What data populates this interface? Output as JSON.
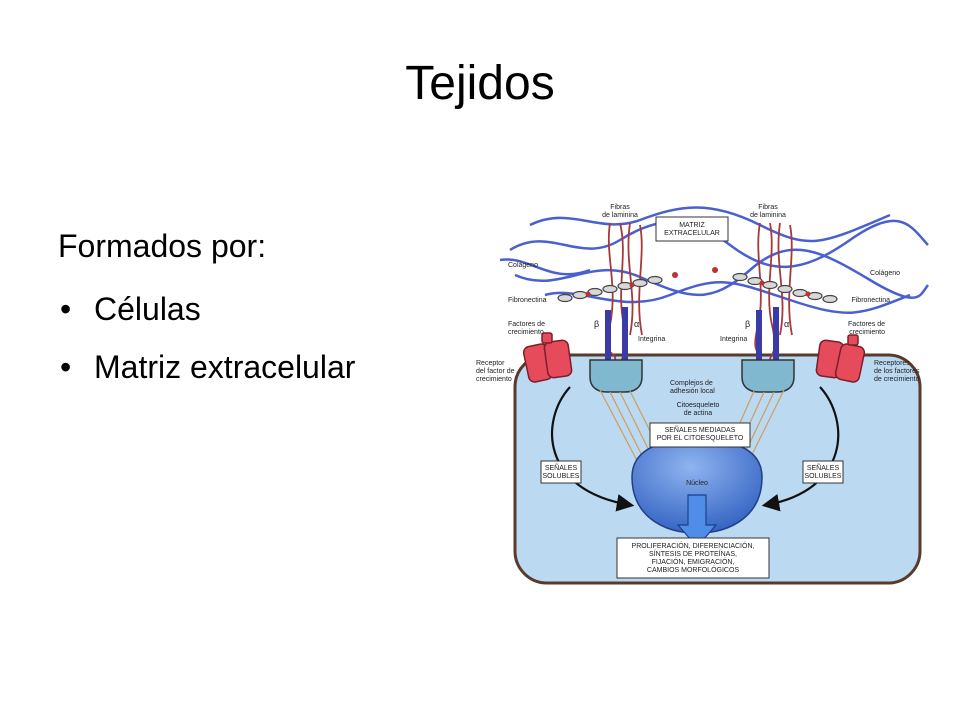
{
  "slide": {
    "title": "Tejidos",
    "intro": "Formados por:",
    "bullets": [
      "Células",
      "Matriz extracelular"
    ],
    "bullet_glyph": "•"
  },
  "diagram": {
    "labels": {
      "fibras_left": "Fibras\nde laminina",
      "fibras_right": "Fibras\nde laminina",
      "matriz": "MATRIZ\nEXTRACELULAR",
      "colageno_left": "Colágeno",
      "colageno_right": "Colágeno",
      "fibronectina_left": "Fibronectina",
      "fibronectina_right": "Fibronectina",
      "factores_left": "Factores de\ncrecimiento",
      "factores_right": "Factores de\ncrecimiento",
      "receptor_left": "Receptor\ndel factor de\ncrecimiento",
      "receptores_right": "Receptores\nde los factores\nde crecimiento",
      "integrina_left": "Integrina",
      "integrina_right": "Integrina",
      "beta_left": "β",
      "alpha_left": "α",
      "beta_right": "β",
      "alpha_right": "α",
      "complejos": "Complejos de\nadhesión local",
      "citoesqueleto": "Citoesqueleto\nde actina",
      "senales_mediadas": "SEÑALES MEDIADAS\nPOR EL CITOESQUELETO",
      "senales_left": "SEÑALES\nSOLUBLES",
      "senales_right": "SEÑALES\nSOLUBLES",
      "nucleo": "Núcleo",
      "outcomes": "PROLIFERACIÓN, DIFERENCIACIÓN,\nSÍNTESIS DE PROTEÍNAS,\nFIJACIÓN, EMIGRACIÓN,\nCAMBIOS MORFOLÓGICOS"
    },
    "colors": {
      "cell_fill": "#bcd9f2",
      "cell_stroke": "#5a3a2a",
      "nucleus": "#3f78d8",
      "adhesion": "#7fb8cf",
      "receptor": "#e64b5c",
      "collagen": "#4a5fd0",
      "laminin": "#a53a3a",
      "integrin": "#3b3ba8"
    }
  }
}
